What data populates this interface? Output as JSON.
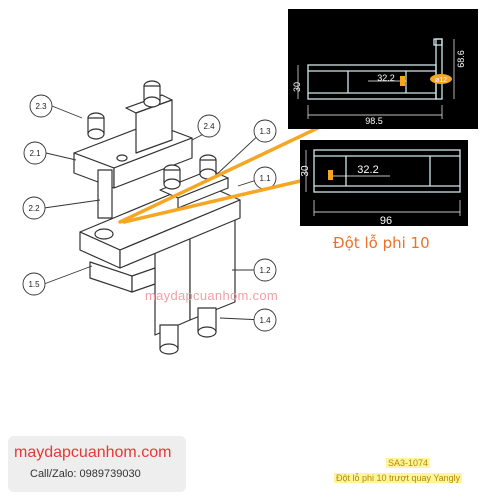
{
  "callouts": {
    "c2_3": "2.3",
    "c2_4": "2.4",
    "c2_1": "2.1",
    "c1_3": "1.3",
    "c1_1": "1.1",
    "c2_2": "2.2",
    "c1_5": "1.5",
    "c1_2": "1.2",
    "c1_4": "1.4"
  },
  "profile_top": {
    "height_dim": "30",
    "hole_spacing_dim": "32.2",
    "width_dim": "98.5",
    "flange_dim": "68.6",
    "hole_dia_dim": "ø12"
  },
  "profile_bottom": {
    "height_dim": "30",
    "hole_spacing_dim": "32.2",
    "width_dim": "96"
  },
  "caption": "Đột lỗ phi 10",
  "watermark": "maydapcuanhom.com",
  "footer": {
    "brand": "maydapcuanhom.com",
    "contact": "Call/Zalo: 0989739030",
    "product_code": "SA3-1074",
    "product_title": "Đột lỗ phi 10 trượt quay Yangly"
  },
  "colors": {
    "arrow": "#f5a623",
    "panel_bg": "#000000",
    "profile_stroke": "#cfe8e8",
    "brand_red": "#e53935",
    "highlight": "#fff59d"
  }
}
